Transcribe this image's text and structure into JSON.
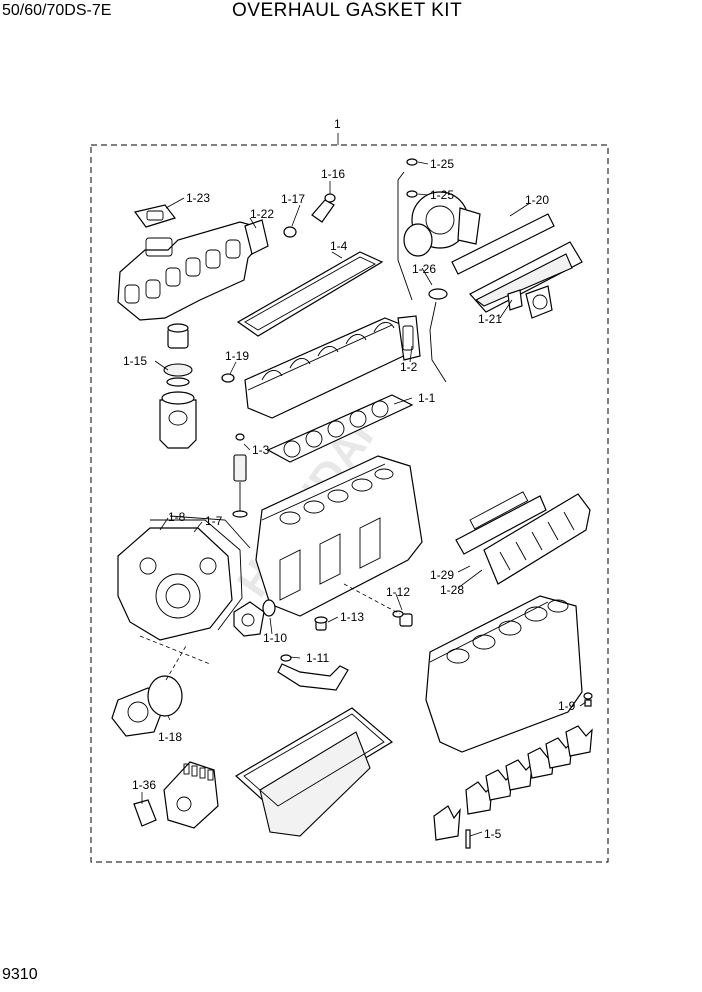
{
  "header": {
    "model": "50/60/70DS-7E",
    "title": "OVERHAUL GASKET KIT"
  },
  "footer": {
    "page_number": "9310"
  },
  "diagram": {
    "assembly_label": "1",
    "callouts": {
      "c1_1": "1-1",
      "c1_2": "1-2",
      "c1_3": "1-3",
      "c1_4": "1-4",
      "c1_5": "1-5",
      "c1_7": "1-7",
      "c1_8": "1-8",
      "c1_9": "1-9",
      "c1_10": "1-10",
      "c1_11": "1-11",
      "c1_12": "1-12",
      "c1_13": "1-13",
      "c1_15": "1-15",
      "c1_16": "1-16",
      "c1_17": "1-17",
      "c1_18": "1-18",
      "c1_19": "1-19",
      "c1_20": "1-20",
      "c1_21": "1-21",
      "c1_22": "1-22",
      "c1_23": "1-23",
      "c1_25a": "1-25",
      "c1_25b": "1-25",
      "c1_26": "1-26",
      "c1_28": "1-28",
      "c1_29": "1-29",
      "c1_36": "1-36"
    }
  }
}
